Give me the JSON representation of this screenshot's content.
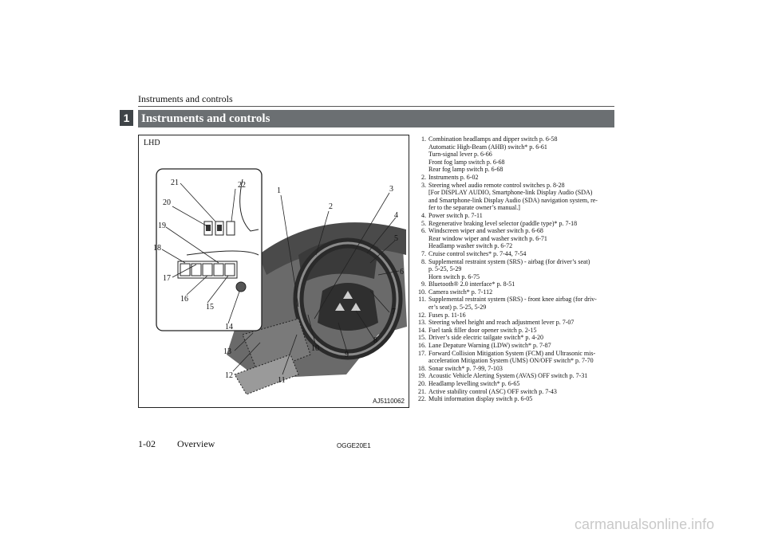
{
  "header": {
    "running_head": "Instruments and controls",
    "chapter_number": "1",
    "section_title": "Instruments and controls"
  },
  "figure": {
    "label": "LHD",
    "code": "AJ5110062",
    "callouts": [
      "1",
      "2",
      "3",
      "4",
      "5",
      "6",
      "7",
      "8",
      "9",
      "10",
      "11",
      "12",
      "13",
      "14",
      "15",
      "16",
      "17",
      "18",
      "19",
      "20",
      "21",
      "22"
    ]
  },
  "items": [
    {
      "n": "1.",
      "lines": [
        "Combination headlamps and dipper switch p. 6-58",
        "Automatic High-Beam (AHB) switch* p. 6-61",
        "Turn-signal lever p. 6-66",
        "Front fog lamp switch p. 6-68",
        "Rear fog lamp switch p. 6-68"
      ]
    },
    {
      "n": "2.",
      "lines": [
        "Instruments p. 6-02"
      ]
    },
    {
      "n": "3.",
      "lines": [
        "Steering wheel audio remote control switches p. 8-28",
        "[For DISPLAY AUDIO, Smartphone-link Display Audio (SDA)",
        "and Smartphone-link Display Audio (SDA) navigation system, re-",
        "fer to the separate owner’s manual.]"
      ]
    },
    {
      "n": "4.",
      "lines": [
        "Power switch p. 7-11"
      ]
    },
    {
      "n": "5.",
      "lines": [
        "Regenerative braking level selector (paddle type)* p. 7-18"
      ]
    },
    {
      "n": "6.",
      "lines": [
        "Windscreen wiper and washer switch p. 6-68",
        "Rear window wiper and washer switch p. 6-71",
        "Headlamp washer switch p. 6-72"
      ]
    },
    {
      "n": "7.",
      "lines": [
        "Cruise control switches* p. 7-44, 7-54"
      ]
    },
    {
      "n": "8.",
      "lines": [
        "Supplemental restraint system (SRS) - airbag (for driver’s seat)",
        "p. 5-25, 5-29",
        "Horn switch p. 6-75"
      ]
    },
    {
      "n": "9.",
      "lines": [
        "Bluetooth® 2.0 interface* p. 8-51"
      ]
    },
    {
      "n": "10.",
      "lines": [
        "Camera switch* p. 7-112"
      ]
    },
    {
      "n": "11.",
      "lines": [
        "Supplemental restraint system (SRS) - front knee airbag (for driv-",
        "er’s seat) p. 5-25, 5-29"
      ]
    },
    {
      "n": "12.",
      "lines": [
        "Fuses p. 11-16"
      ]
    },
    {
      "n": "13.",
      "lines": [
        "Steering wheel height and reach adjustment lever p. 7-07"
      ]
    },
    {
      "n": "14.",
      "lines": [
        "Fuel tank filler door opener switch p. 2-15"
      ]
    },
    {
      "n": "15.",
      "lines": [
        "Driver’s side electric tailgate switch* p. 4-20"
      ]
    },
    {
      "n": "16.",
      "lines": [
        "Lane Depature Warning (LDW) switch* p. 7-87"
      ]
    },
    {
      "n": "17.",
      "lines": [
        "Forward Collision Mitigation System (FCM) and Ultrasonic mis-",
        "acceleration Mitigation System (UMS) ON/OFF switch* p. 7-70"
      ]
    },
    {
      "n": "18.",
      "lines": [
        "Sonar switch* p. 7-99, 7-103"
      ]
    },
    {
      "n": "19.",
      "lines": [
        "Acoustic Vehicle Alerting System (AVAS) OFF switch p. 7-31"
      ]
    },
    {
      "n": "20.",
      "lines": [
        "Headlamp levelling switch* p. 6-65"
      ]
    },
    {
      "n": "21.",
      "lines": [
        "Active stability control (ASC) OFF switch p. 7-43"
      ]
    },
    {
      "n": "22.",
      "lines": [
        "Multi information display switch p. 6-05"
      ]
    }
  ],
  "footer": {
    "page": "1-02",
    "section": "Overview",
    "code": "OGGE20E1",
    "watermark": "carmanualsonline.info"
  }
}
